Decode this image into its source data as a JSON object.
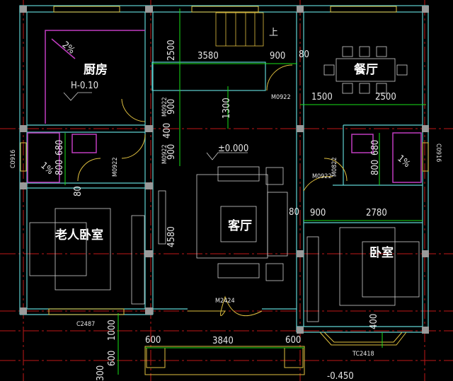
{
  "colors": {
    "background": "#000000",
    "walls": "#5fd3d3",
    "axis": "#c01818",
    "dimensions": "#19e019",
    "windows": "#e0c040",
    "wet_area": "#c03cc0",
    "text": "#e8e8e8"
  },
  "rooms": {
    "kitchen": "厨房",
    "kitchen_level": "H-0.10",
    "dining": "餐厅",
    "living": "客厅",
    "elder_bedroom": "老人卧室",
    "bedroom": "卧室",
    "stair_up": "上"
  },
  "levels": {
    "floor": "±0.000",
    "outdoor": "-0.450"
  },
  "slopes": {
    "kitchen": "2%",
    "bath_left": "1%",
    "bath_right": "1%"
  },
  "dimensions": {
    "d2500v": "2500",
    "d3580": "3580",
    "d900a": "900",
    "d80a": "80",
    "d1500": "1500",
    "d2500h": "2500",
    "d1300": "1300",
    "d900v1": "900",
    "d400v": "400",
    "d900v2": "900",
    "d800l": "800",
    "d680l": "680",
    "d800r": "800",
    "d680r": "680",
    "d80b": "80",
    "d4580": "4580",
    "d80c": "80",
    "d900b": "900",
    "d2780": "2780",
    "d600a": "600",
    "d3840": "3840",
    "d600b": "600",
    "d1000": "1000",
    "d600v": "600",
    "d300": "300",
    "d400b": "400"
  },
  "openings": {
    "m0922_dining": "M0922",
    "m0922_stair_a": "M0922",
    "m0922_stair_b": "M0922",
    "m0922_bath_l": "M0922",
    "m0922_right": "M0922",
    "m0822_right": "M0822",
    "c0916_left": "C0916",
    "c0916_right": "C0916",
    "m2424": "M2424",
    "c2487": "C2487",
    "tc2418": "TC2418"
  }
}
